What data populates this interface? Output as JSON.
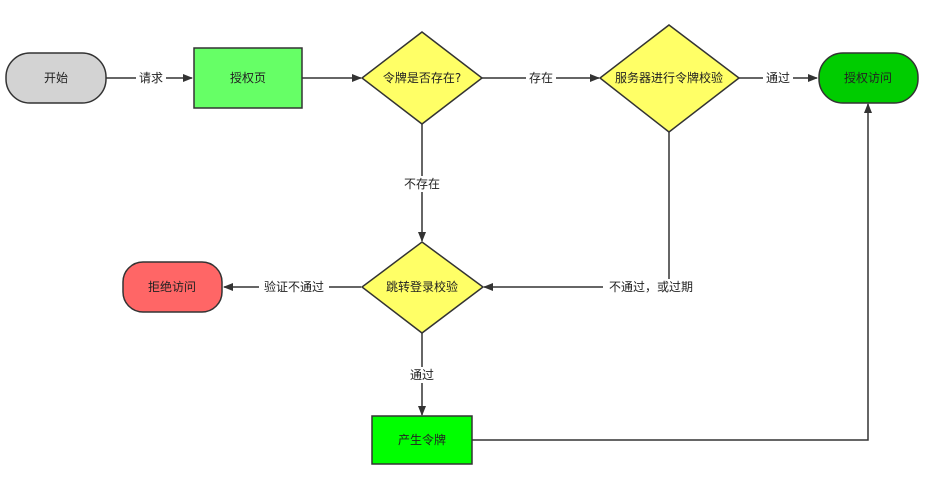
{
  "nodes": {
    "start": {
      "label": "开始",
      "fill": "#d3d3d3"
    },
    "auth_page": {
      "label": "授权页",
      "fill": "#66ff66"
    },
    "token_exists": {
      "label": "令牌是否存在?",
      "fill": "#ffff66"
    },
    "server_check": {
      "label": "服务器进行令牌校验",
      "fill": "#ffff66"
    },
    "auth_access": {
      "label": "授权访问",
      "fill": "#00cc00"
    },
    "login_check": {
      "label": "跳转登录校验",
      "fill": "#ffff66"
    },
    "reject": {
      "label": "拒绝访问",
      "fill": "#ff6666"
    },
    "gen_token": {
      "label": "产生令牌",
      "fill": "#00ff00"
    }
  },
  "edges": {
    "request": "请求",
    "exists": "存在",
    "pass_top": "通过",
    "not_exists": "不存在",
    "fail_or_expired": "不通过，或过期",
    "verify_fail": "验证不通过",
    "pass_bottom": "通过"
  },
  "colors": {
    "stroke": "#333333",
    "edge": "#333333"
  }
}
